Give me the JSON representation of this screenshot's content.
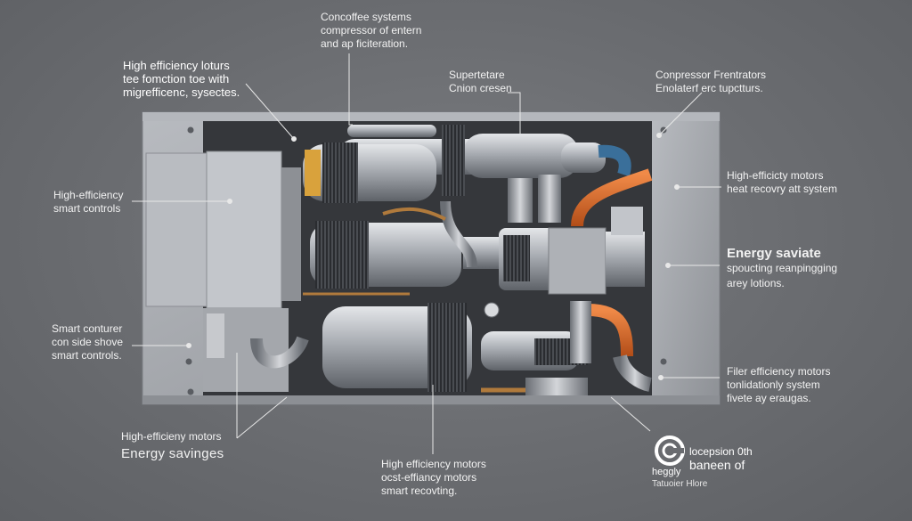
{
  "callouts": {
    "top_compressor": [
      "Concoffee systems",
      "compressor of entern",
      "and ap ficiteration."
    ],
    "top_left": [
      "High efficiency loturs",
      "tee fomction toe with",
      "migrefficenc, sysectes."
    ],
    "top_super": [
      "Supertetare",
      "Cnion cresen"
    ],
    "top_right": [
      "Conpressor Frentrators",
      "Enolaterf erc tupctturs."
    ],
    "left_controls": [
      "High-efficiency",
      "smart controls"
    ],
    "right_motors": [
      "High-efficicty motors",
      "heat recovry att system"
    ],
    "right_energy": [
      "Energy saviate",
      "spoucting reanpingging",
      "arey lotions."
    ],
    "left_container": [
      "Smart conturer",
      "con side shove",
      "smart controls."
    ],
    "right_filer": [
      "Filer efficiency motors",
      "tonlidationly system",
      "fivete ay eraugas."
    ],
    "bottom_left_energy": [
      "High-efficieny motors",
      "Energy savinges"
    ],
    "bottom_center": [
      "High efficiency motors",
      "ocst-effiancy motors",
      "smart recovting."
    ]
  },
  "logo": {
    "mark_text": "heggly",
    "sub_text": "Tatuoier Hlore",
    "right_line1": "locepsion 0th",
    "right_line2": "baneen of"
  },
  "colors": {
    "background": "#6a6c70",
    "cabinet": "#a9acb1",
    "accent_orange": "#d8692a",
    "accent_blue": "#3a6f9a",
    "copper": "#b07a3c",
    "leader": "#e8e8e8"
  }
}
